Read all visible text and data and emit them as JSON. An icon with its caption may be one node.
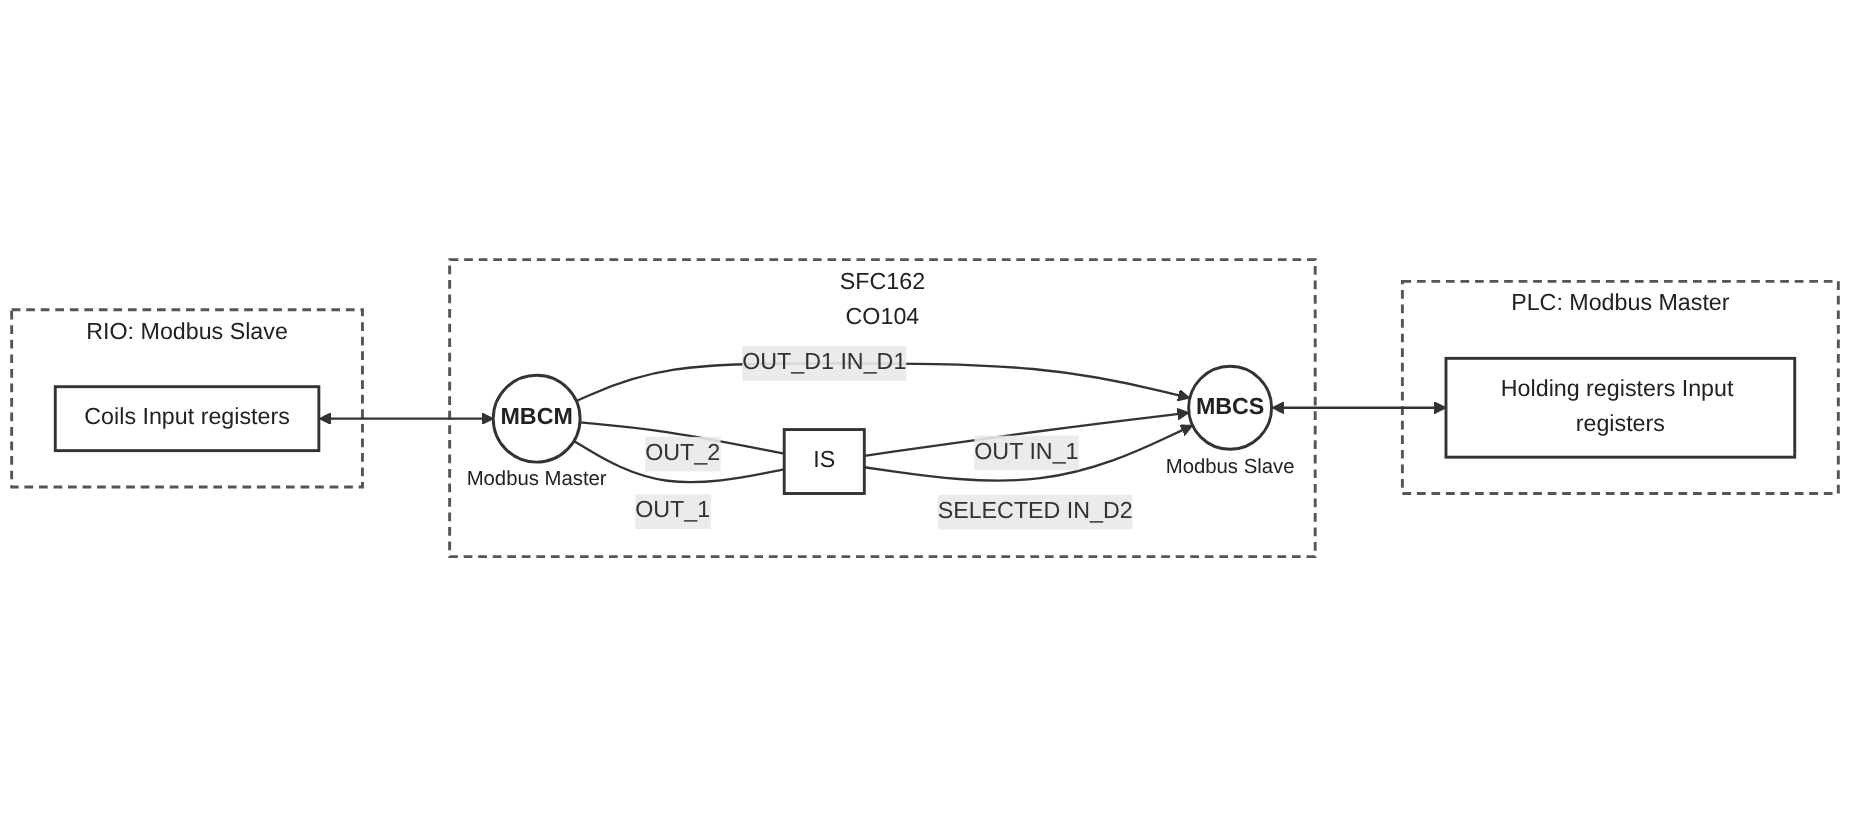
{
  "diagram": {
    "nodes": [
      {
        "text": [
          "PLC: Modbus Master"
        ]
      },
      {
        "text": [
          "Holding registers Input registers"
        ],
        "in": 0
      },
      {
        "text": [
          "RIO: Modbus Slave"
        ]
      },
      {
        "text": [
          "Coils Input registers"
        ],
        "in": 2
      },
      {
        "text": [
          "SFC162",
          "CO104"
        ]
      },
      {
        "text": [
          "MBCM"
        ],
        "in": 4,
        "beside": [
          "Modbus Master"
        ]
      },
      {
        "text": [
          "IS"
        ],
        "in": 4
      },
      {
        "text": [
          "MBCS"
        ],
        "in": 4,
        "beside": [
          "Modbus Slave"
        ]
      }
    ],
    "edges": [
      {
        "from": 3,
        "to": 5,
        "arrow": "both"
      },
      {
        "from": 7,
        "to": 1,
        "arrow": "both"
      },
      {
        "from": 5,
        "to": 7,
        "arrow": "to",
        "label": "OUT_D1 IN_D1"
      },
      {
        "from": 5,
        "to": 6,
        "arrow": "none",
        "label": "OUT_2"
      },
      {
        "from": 5,
        "to": 6,
        "arrow": "none",
        "label": "OUT_1"
      },
      {
        "from": 6,
        "to": 7,
        "arrow": "to",
        "label": "OUT IN_1"
      },
      {
        "from": 6,
        "to": 7,
        "arrow": "to",
        "label": "SELECTED IN_D2"
      }
    ]
  }
}
